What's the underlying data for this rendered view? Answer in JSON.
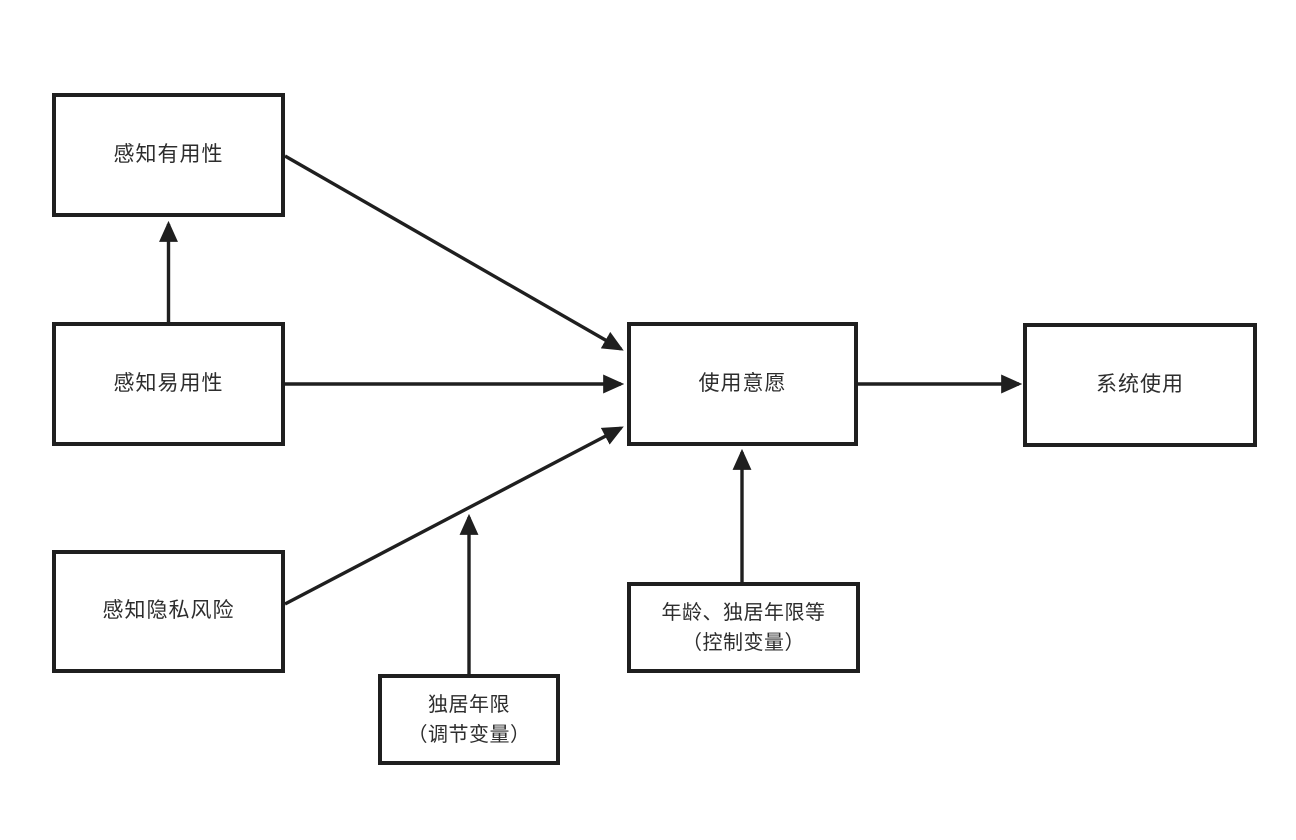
{
  "diagram": {
    "type": "research-model-flowchart",
    "colors": {
      "background": "#ffffff",
      "stroke": "#1f1f1f",
      "text": "#2d2d2d"
    },
    "nodes": {
      "perceived_usefulness": {
        "label": "感知有用性"
      },
      "perceived_ease_of_use": {
        "label": "感知易用性"
      },
      "perceived_privacy_risk": {
        "label": "感知隐私风险"
      },
      "usage_intention": {
        "label": "使用意愿"
      },
      "system_use": {
        "label": "系统使用"
      },
      "living_alone_moderator": {
        "line1": "独居年限",
        "line2": "（调节变量）"
      },
      "control_variables": {
        "line1": "年龄、独居年限等",
        "line2": "（控制变量）"
      }
    },
    "edges": [
      {
        "from": "perceived_ease_of_use",
        "to": "perceived_usefulness",
        "type": "direct"
      },
      {
        "from": "perceived_usefulness",
        "to": "usage_intention",
        "type": "direct"
      },
      {
        "from": "perceived_ease_of_use",
        "to": "usage_intention",
        "type": "direct"
      },
      {
        "from": "perceived_privacy_risk",
        "to": "usage_intention",
        "type": "direct"
      },
      {
        "from": "living_alone_moderator",
        "to": "edge:perceived_privacy_risk->usage_intention",
        "type": "moderation"
      },
      {
        "from": "control_variables",
        "to": "usage_intention",
        "type": "control"
      },
      {
        "from": "usage_intention",
        "to": "system_use",
        "type": "direct"
      }
    ]
  }
}
